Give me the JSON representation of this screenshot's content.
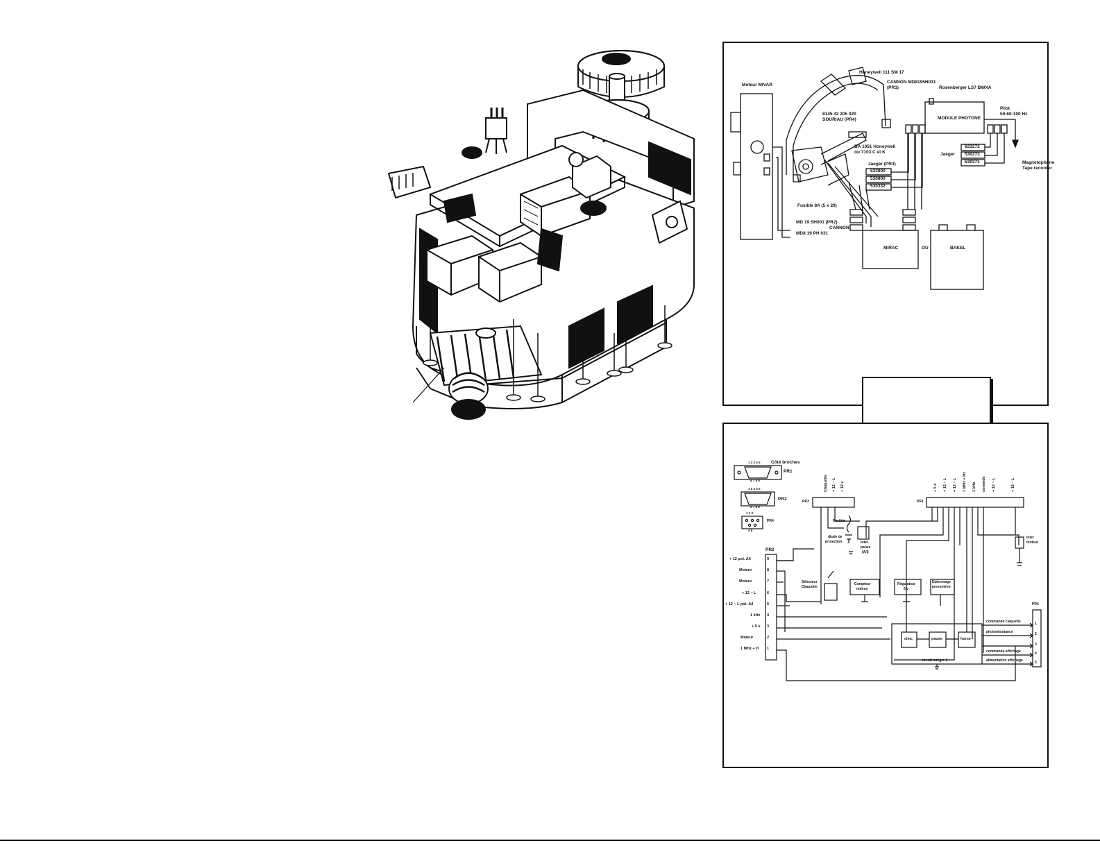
{
  "top_diagram": {
    "motor_label": "Moteur MIVAR",
    "honeywell_top": "Honeywell 111 SM 17",
    "cannon_pr1": "CANNON MD8195H031",
    "cannon_pr1_sub": "(PR1)",
    "rosenberger": "Rosenberger LS7 BWXA",
    "pilot": "Pilot",
    "pilot_freq": "50-60-100 Hz",
    "module_photone": "MODULE PHOTONE",
    "souriau_code": "8145 42 205 020",
    "souriau": "SOURIAU (PR4)",
    "ba_honeywell": "BA 1051 Honeywell",
    "ba_honeywell_sub": "ou 7103 C et K",
    "jaeger_pr3": "Jaeger (PR3)",
    "jaeger_pr3_codes": [
      "533800",
      "530800",
      "530332"
    ],
    "jaeger": "Jaeger",
    "jaeger_codes": [
      "623272",
      "530273",
      "530371"
    ],
    "magnetophone": "Magnetophone",
    "tape_recorder": "Tape recorder",
    "fusible": "Fusible 8A (5 x 20)",
    "md19": "MD 19 SH001 (PR2)",
    "cannon": "CANNON",
    "md8": "MD8 19 PH 031",
    "mirac": "MIRAC",
    "ou": "OU",
    "bakel": "BAKEL"
  },
  "bottom_diagram": {
    "cote_broches": "Côté broches",
    "pr1": "PR1",
    "pr2": "PR2",
    "pr4": "PR4",
    "pr2_header": "PR2",
    "pr3": "PR3",
    "pr1_right": "PR1",
    "pr4_right": "PR4",
    "pin_digits_pr1": "1 2 3 4 5",
    "pin_digits_pr1_b": "6 7 8 9",
    "pin_digits_pr2": "1 2 3 4 5",
    "pin_digits_pr2_b": "6 7 8 9",
    "pin_digits_pr4": "1 2 3",
    "pin_digits_pr4_b": "4 5",
    "left_pins": [
      {
        "label": "+ 12 pot. A/I",
        "num": "9"
      },
      {
        "label": "Moteur",
        "num": "8"
      },
      {
        "label": "Moteur",
        "num": "7"
      },
      {
        "label": "+ 12 ~ L",
        "num": "6"
      },
      {
        "label": "+ 12 ~ L pot. A/I",
        "num": "5"
      },
      {
        "label": "1 kHz",
        "num": "4"
      },
      {
        "label": "+ 5 v",
        "num": "3"
      },
      {
        "label": "Moteur",
        "num": "2"
      },
      {
        "label": "1 MHz + H",
        "num": "1"
      }
    ],
    "top_pr3_labels": [
      "Claquette",
      "+ 12 ~ L",
      "+ 12 v"
    ],
    "top_pr1_labels": [
      "+ 5 v",
      "+ 12 ~ L",
      "+ 12 ~ L",
      "1 MHz + Hz",
      "1 kHz",
      "commde",
      "+ 12 ~ L",
      "+ 12 ~ L"
    ],
    "fusible": "Fusible",
    "diode": "diode de",
    "diode2": "protection",
    "inter_pause": "Inter.",
    "inter_pause2": "pause",
    "inter_pause3": "(A/I)",
    "inter_moteur": "Inter",
    "inter_moteur2": "moteur",
    "selecteur": "Sélecteur",
    "selecteur2": "Claquette",
    "compteur": "Compteur",
    "compteur2": "mètres",
    "regulateur": "Régulateur",
    "regulateur2": "5 v",
    "etalonnage": "Etalonnage",
    "etalonnage2": "pressmètre",
    "clea": "clea.",
    "pause_blk": "pause",
    "horse": "horse",
    "circuit_integre": "circuit intégré 1",
    "right_outputs": [
      {
        "label": "commande claquette",
        "num": "1"
      },
      {
        "label": "photorésistance",
        "num": "2"
      },
      {
        "label": "",
        "num": "3"
      },
      {
        "label": "commande affichage",
        "num": "4"
      },
      {
        "label": "alimentation affichage",
        "num": "5"
      }
    ]
  },
  "colors": {
    "ink": "#111111",
    "paper": "#ffffff"
  }
}
